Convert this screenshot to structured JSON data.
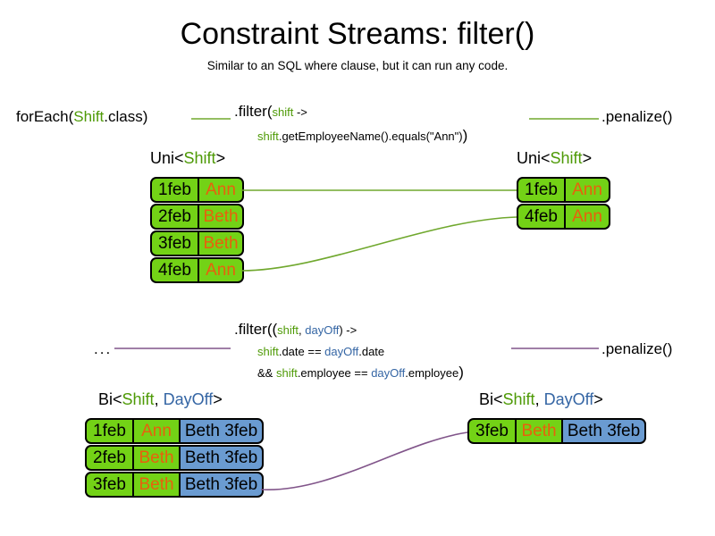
{
  "slide": {
    "title": "Constraint Streams: filter()",
    "subtitle": "Similar to an SQL where clause, but it can run any code."
  },
  "colors": {
    "shift_green": "#4e9a06",
    "dayoff_blue": "#3465a4",
    "tuple_green": "#73d216",
    "tuple_blue": "#6a9bd1",
    "name_orange": "#e8600d",
    "wire_green": "#70a82e",
    "wire_purple": "#81558a"
  },
  "pipeline_uni": {
    "source_label": {
      "prefix": "forEach(",
      "type": "Shift",
      "suffix": ".class)"
    },
    "filter": {
      "line1_prefix": ".filter(",
      "line1_param": "shift",
      "line1_suffix": " ->",
      "line2_var": "shift",
      "line2_body": ".getEmployeeName().equals(\"Ann\")",
      "line2_close": ")"
    },
    "sink_label": ".penalize()",
    "left_stack": {
      "header_prefix": "Uni<",
      "header_type": "Shift",
      "header_suffix": ">",
      "rows": [
        {
          "date": "1feb",
          "name": "Ann"
        },
        {
          "date": "2feb",
          "name": "Beth"
        },
        {
          "date": "3feb",
          "name": "Beth"
        },
        {
          "date": "4feb",
          "name": "Ann"
        }
      ]
    },
    "right_stack": {
      "header_prefix": "Uni<",
      "header_type": "Shift",
      "header_suffix": ">",
      "rows": [
        {
          "date": "1feb",
          "name": "Ann"
        },
        {
          "date": "4feb",
          "name": "Ann"
        }
      ]
    }
  },
  "pipeline_bi": {
    "source_label": "...",
    "filter": {
      "line1_prefix": ".filter((",
      "line1_param1": "shift",
      "line1_comma": ", ",
      "line1_param2": "dayOff",
      "line1_suffix": ") ->",
      "line2_var1": "shift",
      "line2_mid": ".date == ",
      "line2_var2": "dayOff",
      "line2_tail": ".date",
      "line3_and": "&& ",
      "line3_var1": "shift",
      "line3_mid": ".employee == ",
      "line3_var2": "dayOff",
      "line3_tail": ".employee",
      "line3_close": ")"
    },
    "sink_label": ".penalize()",
    "left_stack": {
      "header_prefix": "Bi<",
      "header_type1": "Shift",
      "header_comma": ", ",
      "header_type2": "DayOff",
      "header_suffix": ">",
      "rows": [
        {
          "date": "1feb",
          "name": "Ann",
          "dayoff": "Beth 3feb"
        },
        {
          "date": "2feb",
          "name": "Beth",
          "dayoff": "Beth 3feb"
        },
        {
          "date": "3feb",
          "name": "Beth",
          "dayoff": "Beth 3feb"
        }
      ]
    },
    "right_stack": {
      "header_prefix": "Bi<",
      "header_type1": "Shift",
      "header_comma": ", ",
      "header_type2": "DayOff",
      "header_suffix": ">",
      "rows": [
        {
          "date": "3feb",
          "name": "Beth",
          "dayoff": "Beth 3feb"
        }
      ]
    }
  }
}
